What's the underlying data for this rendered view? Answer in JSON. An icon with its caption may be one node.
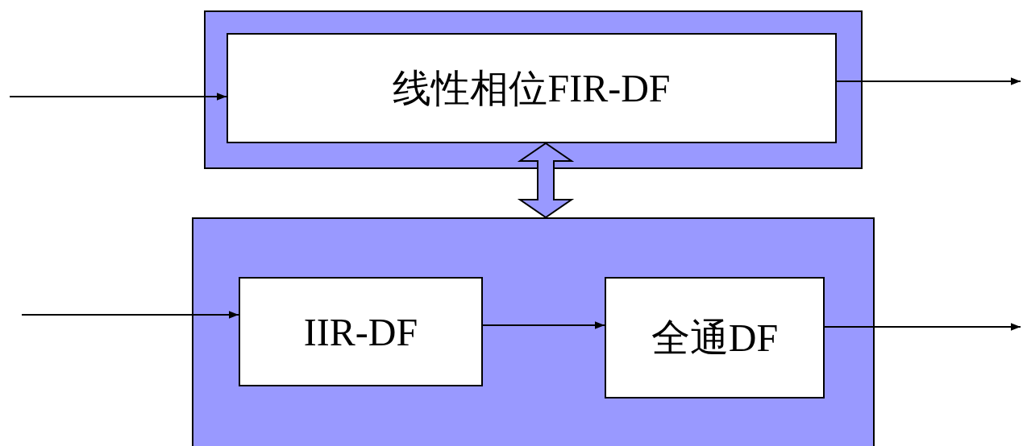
{
  "diagram": {
    "nodes": [
      {
        "text": [],
        "shape": "box"
      },
      {
        "text": [
          "线性相位FIR-DF"
        ],
        "in": 0
      },
      {
        "text": [],
        "shape": "box"
      },
      {
        "text": [
          "IIR-DF"
        ],
        "in": 2
      },
      {
        "text": [
          "全通DF"
        ],
        "in": 2
      }
    ],
    "edges": [
      {
        "from": null,
        "to": 1,
        "arrow": "to"
      },
      {
        "from": 1,
        "to": null,
        "arrow": "to"
      },
      {
        "from": 1,
        "to": 2,
        "arrow": "both",
        "style": "thick"
      },
      {
        "from": null,
        "to": 3,
        "arrow": "to"
      },
      {
        "from": 3,
        "to": 4,
        "arrow": "to"
      },
      {
        "from": 4,
        "to": null,
        "arrow": "to"
      }
    ]
  }
}
